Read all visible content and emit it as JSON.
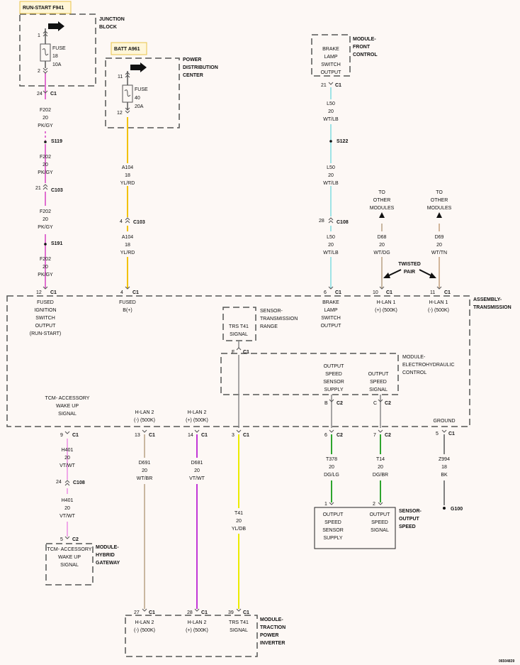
{
  "colors": {
    "pink": "#e06fd0",
    "pink_light": "#f0a8e8",
    "yellow": "#f2c200",
    "yellow_bright": "#ecec00",
    "cyan": "#9fe3e6",
    "beige": "#c9b7a0",
    "tan": "#d2b59a",
    "violet": "#c236d6",
    "green": "#2ea42e",
    "brown": "#808080",
    "component": "#555555",
    "label_box": "#fff6d8"
  },
  "labels": {
    "run_start": "RUN-START F941",
    "batt": "BATT A961"
  },
  "components": {
    "junction_block": "JUNCTION BLOCK",
    "power_distribution_center": "POWER DISTRIBUTION CENTER",
    "module_front_control": "MODULE- FRONT CONTROL",
    "assembly_transmission": "ASSEMBLY- TRANSMISSION",
    "sensor_transmission_range": "SENSOR- TRANSMISSION RANGE",
    "module_electrohydraulic_control": "MODULE- ELECTROHYDRAULIC CONTROL",
    "module_hybrid_gateway": "MODULE- HYBRID GATEWAY",
    "sensor_output_speed": "SENSOR- OUTPUT SPEED",
    "module_traction_power_inverter": "MODULE- TRACTION POWER INVERTER"
  },
  "fuses": {
    "f18": {
      "pin_in": "1",
      "pin_out": "2",
      "label": "FUSE",
      "number": "18",
      "amps": "10A"
    },
    "f40": {
      "pin_in": "11",
      "pin_out": "12",
      "label": "FUSE",
      "number": "40",
      "amps": "20A"
    }
  },
  "connectors": {
    "c1_24": "24",
    "c1": "C1",
    "s119": "S119",
    "c103_21": "21",
    "c103": "C103",
    "s191": "S191",
    "c1_12": "12",
    "c103_4": "4",
    "c1_4": "4",
    "c1_21": "21",
    "s122": "S122",
    "c108_28": "28",
    "c108": "C108",
    "c1_6": "6",
    "c1_10": "10",
    "c1_11": "11",
    "c1_f": "F",
    "c2": "C2",
    "c2_b": "B",
    "c2_c": "C",
    "c2_6": "6",
    "c2_7": "7",
    "c1_9": "9",
    "c1_13": "13",
    "c1_14": "14",
    "c1_3": "3",
    "c1_5": "5",
    "c108_24": "24",
    "c2_5": "5",
    "c1_27": "27",
    "c1_28": "28",
    "c1_39": "39",
    "sos_1": "1",
    "sos_2": "2",
    "g100": "G100"
  },
  "wires": {
    "f202_a": {
      "circuit": "F202",
      "gauge": "20",
      "color": "PK/GY"
    },
    "f202_b": {
      "circuit": "F202",
      "gauge": "20",
      "color": "PK/GY"
    },
    "f202_c": {
      "circuit": "F202",
      "gauge": "20",
      "color": "PK/GY"
    },
    "f202_d": {
      "circuit": "F202",
      "gauge": "20",
      "color": "PK/GY"
    },
    "a104_a": {
      "circuit": "A104",
      "gauge": "18",
      "color": "YL/RD"
    },
    "a104_b": {
      "circuit": "A104",
      "gauge": "18",
      "color": "YL/RD"
    },
    "l50_a": {
      "circuit": "L50",
      "gauge": "20",
      "color": "WT/LB"
    },
    "l50_b": {
      "circuit": "L50",
      "gauge": "20",
      "color": "WT/LB"
    },
    "l50_c": {
      "circuit": "L50",
      "gauge": "20",
      "color": "WT/LB"
    },
    "d68": {
      "circuit": "D68",
      "gauge": "20",
      "color": "WT/DG"
    },
    "d69": {
      "circuit": "D69",
      "gauge": "20",
      "color": "WT/TN"
    },
    "h401_a": {
      "circuit": "H401",
      "gauge": "20",
      "color": "VT/WT"
    },
    "h401_b": {
      "circuit": "H401",
      "gauge": "20",
      "color": "VT/WT"
    },
    "d691": {
      "circuit": "D691",
      "gauge": "20",
      "color": "WT/BR"
    },
    "d681": {
      "circuit": "D681",
      "gauge": "20",
      "color": "VT/WT"
    },
    "t41": {
      "circuit": "T41",
      "gauge": "20",
      "color": "YL/DB"
    },
    "t378": {
      "circuit": "T378",
      "gauge": "20",
      "color": "DG/LG"
    },
    "t14": {
      "circuit": "T14",
      "gauge": "20",
      "color": "DG/BR"
    },
    "z994": {
      "circuit": "Z994",
      "gauge": "18",
      "color": "BK"
    }
  },
  "texts": {
    "brake_lamp_fc": "BRAKE LAMP SWITCH OUTPUT",
    "to_other_1": "TO OTHER MODULES",
    "to_other_2": "TO OTHER MODULES",
    "twisted_pair": "TWISTED PAIR",
    "fused_ignition": "FUSED IGNITION SWITCH OUTPUT (RUN-START)",
    "fused_b": "FUSED B(+)",
    "brake_lamp_at": "BRAKE LAMP SWITCH OUTPUT",
    "hlan1_pos": "H-LAN 1 (+) (500K)",
    "hlan1_neg": "H-LAN 1 (-) (500K)",
    "trs_signal": "TRS T41 SIGNAL",
    "oss_supply_ec": "OUTPUT SPEED SENSOR SUPPLY",
    "oss_signal_ec": "OUTPUT SPEED SIGNAL",
    "tcm_wake": "TCM- ACCESSORY WAKE UP SIGNAL",
    "hlan2_neg": "H-LAN 2 (-) (500K)",
    "hlan2_pos": "H-LAN 2 (+) (500K)",
    "ground": "GROUND",
    "tcm_wake_gw": "TCM- ACCESSORY WAKE UP SIGNAL",
    "oss_supply_s": "OUTPUT SPEED SENSOR SUPPLY",
    "oss_signal_s": "OUTPUT SPEED SIGNAL",
    "hlan2_neg_tpi": "H-LAN 2 (-) (500K)",
    "hlan2_pos_tpi": "H-LAN 2 (+) (500K)",
    "trs_signal_tpi": "TRS T41 SIGNAL",
    "figure_id": "06504839"
  }
}
